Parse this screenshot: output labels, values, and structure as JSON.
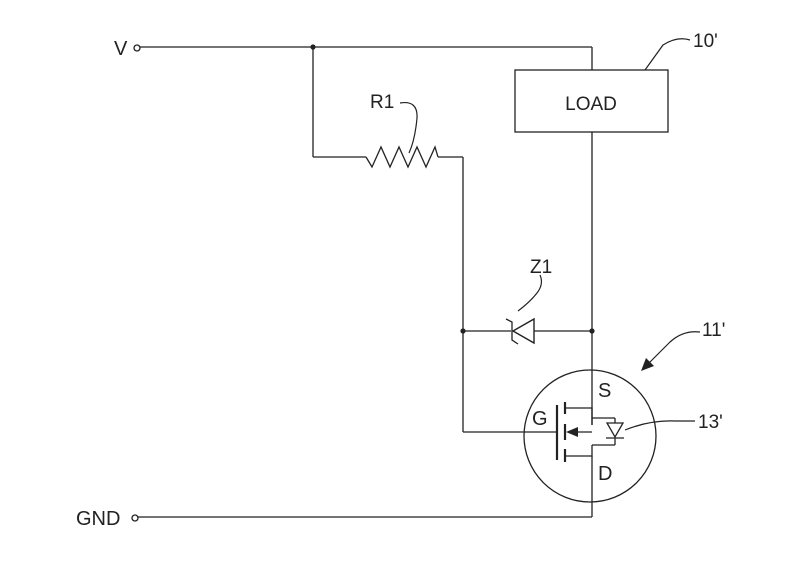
{
  "labels": {
    "supply": "V",
    "ground": "GND",
    "load": "LOAD",
    "load_ref": "10'",
    "resistor": "R1",
    "zener": "Z1",
    "mosfet_ref": "11'",
    "gate": "G",
    "source": "S",
    "drain": "D",
    "body_diode_ref": "13'"
  }
}
